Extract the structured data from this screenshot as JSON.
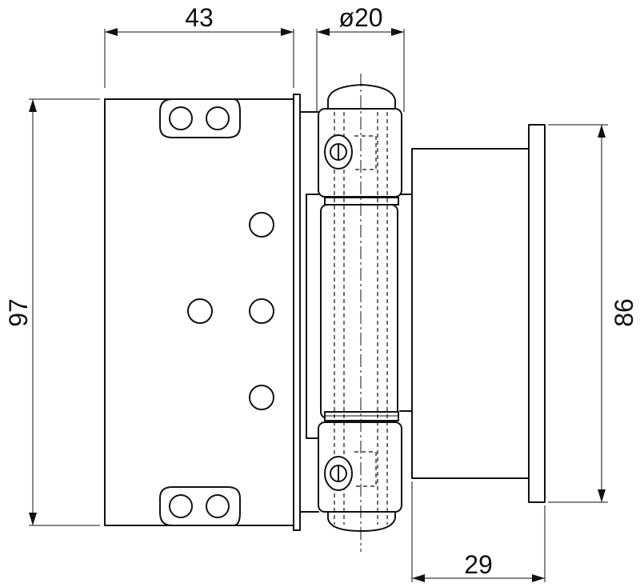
{
  "drawing": {
    "dimensions": {
      "top_width": "43",
      "pin_diameter": "ø20",
      "left_height": "97",
      "right_height": "86",
      "bottom_offset": "29"
    }
  }
}
